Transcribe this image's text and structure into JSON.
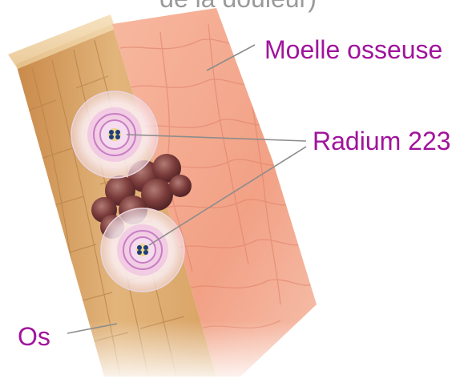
{
  "caption": "de la douleur)",
  "labels": {
    "marrow": "Moelle osseuse",
    "radium": "Radium 223",
    "bone": "Os"
  },
  "colors": {
    "label_text": "#a0149c",
    "caption_text": "#9a9a9a",
    "pointer_line": "#8c8c8c",
    "bone": "#d9a768",
    "marrow": "#f3a48c",
    "tumor_cells": "#6e3634",
    "radium_core": "#1d3f7a"
  },
  "icons": [
    "radium-atom-icon"
  ]
}
